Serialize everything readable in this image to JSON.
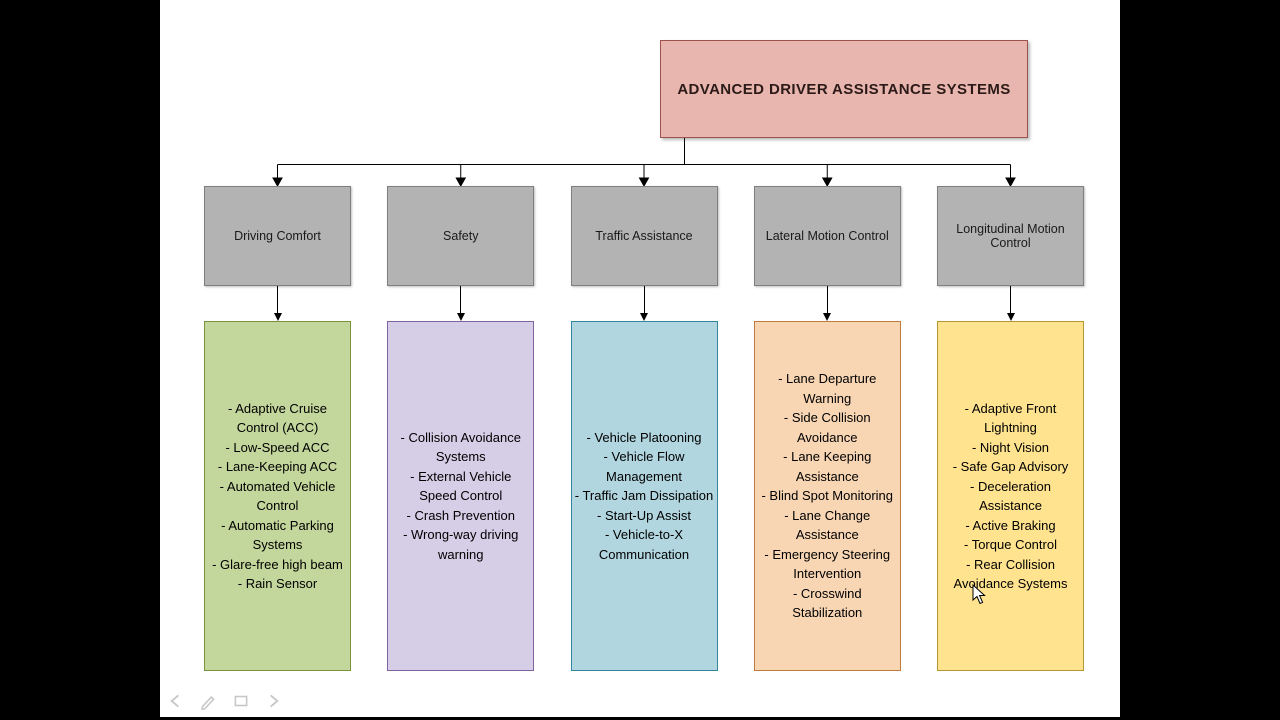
{
  "page": {
    "letterbox_color": "#000000",
    "canvas_color": "#ffffff"
  },
  "diagram": {
    "title": "ADVANCED DRIVER ASSISTANCE SYSTEMS",
    "colors": {
      "title_fill": "#e8b6ae",
      "title_border": "#99544b",
      "category_fill": "#b3b3b3",
      "category_border": "#7f7f7f"
    },
    "categories": [
      {
        "label": "Driving Comfort",
        "fill": "#c3d69b",
        "border": "#77933c",
        "items": [
          "- Adaptive Cruise Control (ACC)",
          "- Low-Speed ACC",
          "- Lane-Keeping ACC",
          "- Automated Vehicle Control",
          "- Automatic Parking Systems",
          "- Glare-free high beam",
          "- Rain Sensor"
        ]
      },
      {
        "label": "Safety",
        "fill": "#d6cde6",
        "border": "#8064a2",
        "items": [
          "- Collision Avoidance Systems",
          "- External Vehicle Speed Control",
          "- Crash Prevention",
          "- Wrong-way driving warning"
        ]
      },
      {
        "label": "Traffic Assistance",
        "fill": "#b2d6e0",
        "border": "#31859c",
        "items": [
          "- Vehicle Platooning",
          "- Vehicle Flow Management",
          "- Traffic Jam Dissipation",
          "- Start-Up Assist",
          "- Vehicle-to-X Communication"
        ]
      },
      {
        "label": "Lateral Motion Control",
        "fill": "#f8d6b4",
        "border": "#c0793f",
        "items": [
          "- Lane Departure Warning",
          "- Side Collision Avoidance",
          "- Lane Keeping Assistance",
          "- Blind Spot Monitoring",
          "- Lane Change Assistance",
          "- Emergency Steering Intervention",
          "- Crosswind Stabilization"
        ]
      },
      {
        "label": "Longitudinal Motion Control",
        "fill": "#ffe38f",
        "border": "#b5972f",
        "items": [
          "- Adaptive Front Lightning",
          "- Night Vision",
          "- Safe Gap Advisory",
          "- Deceleration Assistance",
          "- Active Braking",
          "- Torque Control",
          "- Rear Collision Avoidance Systems"
        ]
      }
    ]
  },
  "toolbar": {
    "icons": [
      "previous-slide-icon",
      "pen-icon",
      "slide-navigator-icon",
      "next-slide-icon"
    ]
  }
}
